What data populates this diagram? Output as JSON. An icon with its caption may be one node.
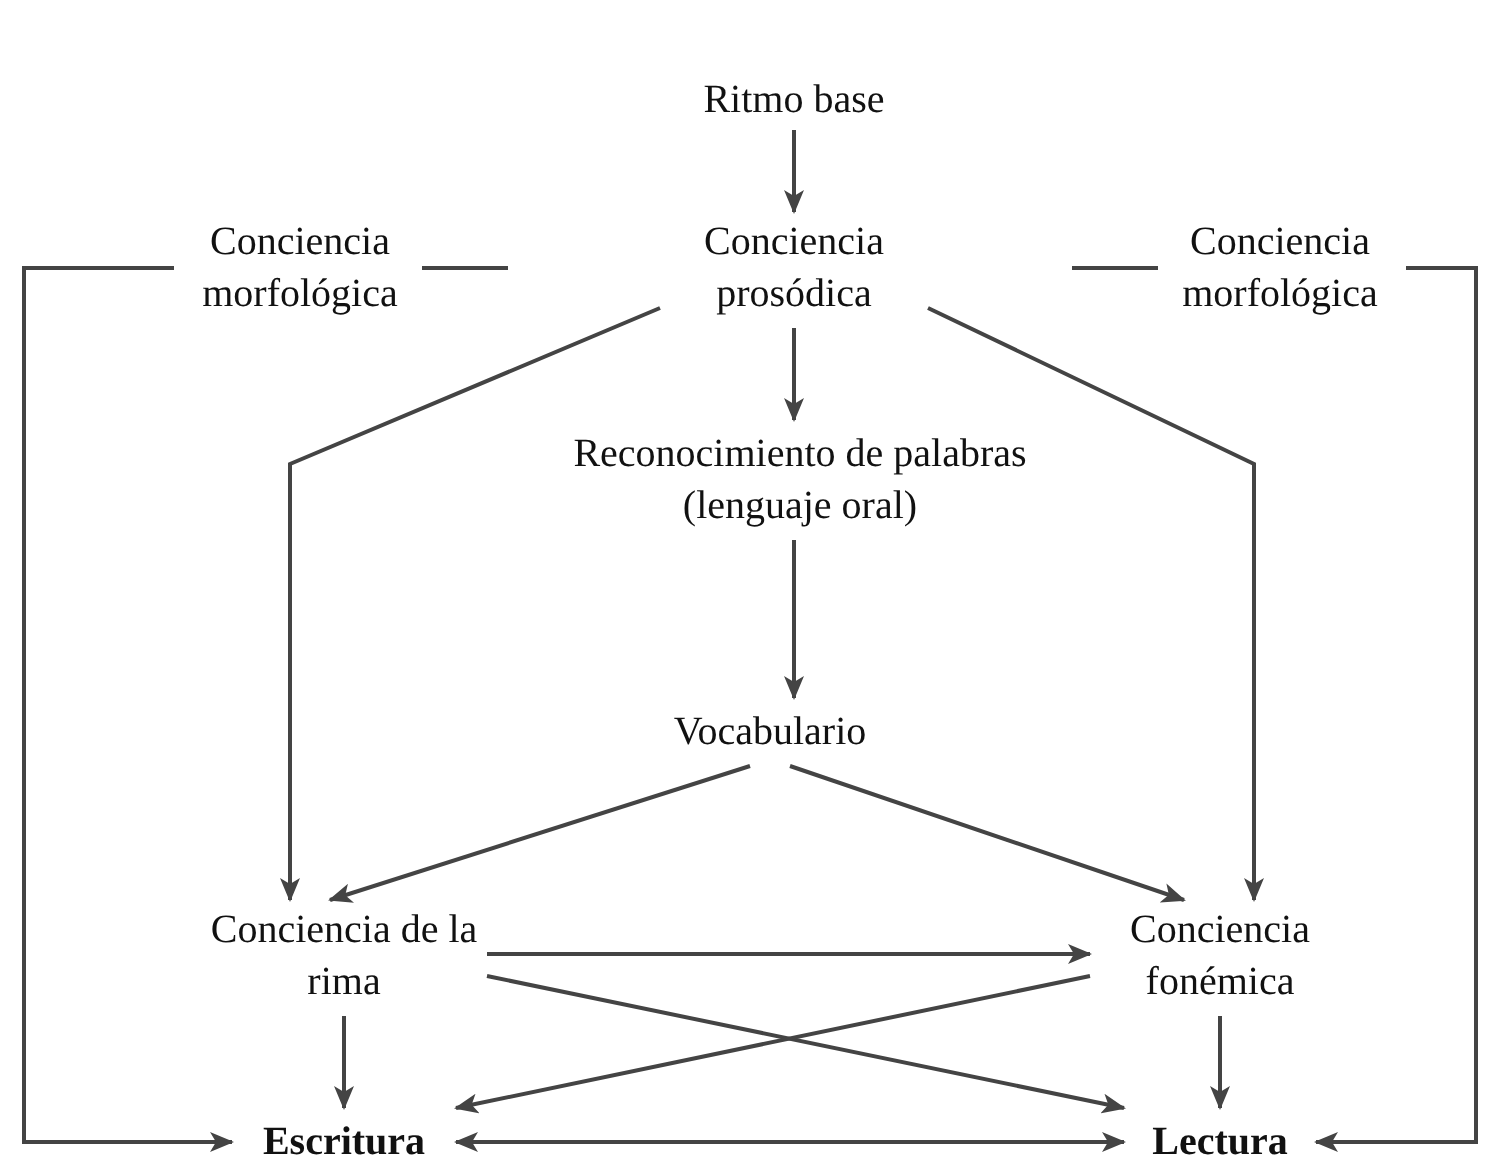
{
  "diagram": {
    "nodes": [
      {
        "text": [
          "Ritmo base"
        ]
      },
      {
        "text": [
          "Conciencia morfológica"
        ]
      },
      {
        "text": [
          "Conciencia prosódica"
        ]
      },
      {
        "text": [
          "Conciencia morfológica"
        ]
      },
      {
        "text": [
          "Reconocimiento de palabras",
          "(lenguaje oral)"
        ]
      },
      {
        "text": [
          "Vocabulario"
        ]
      },
      {
        "text": [
          "Conciencia de la rima"
        ]
      },
      {
        "text": [
          "Conciencia fonémica"
        ]
      },
      {
        "text": [
          "Escritura"
        ]
      },
      {
        "text": [
          "Lectura"
        ]
      }
    ],
    "edges": [
      {
        "from": 0,
        "to": 2,
        "arrow": "to"
      },
      {
        "from": 2,
        "to": 4,
        "arrow": "to"
      },
      {
        "from": 4,
        "to": 5,
        "arrow": "to"
      },
      {
        "from": 2,
        "to": 6,
        "arrow": "to"
      },
      {
        "from": 2,
        "to": 7,
        "arrow": "to"
      },
      {
        "from": 5,
        "to": 6,
        "arrow": "to"
      },
      {
        "from": 5,
        "to": 7,
        "arrow": "to"
      },
      {
        "from": 6,
        "to": 7,
        "arrow": "to"
      },
      {
        "from": 6,
        "to": 9,
        "arrow": "to"
      },
      {
        "from": 7,
        "to": 8,
        "arrow": "to"
      },
      {
        "from": 6,
        "to": 8,
        "arrow": "to"
      },
      {
        "from": 7,
        "to": 9,
        "arrow": "to"
      },
      {
        "from": 8,
        "to": 9,
        "arrow": "both"
      },
      {
        "from": 1,
        "to": 8,
        "arrow": "to"
      },
      {
        "from": 3,
        "to": 9,
        "arrow": "to"
      }
    ]
  }
}
